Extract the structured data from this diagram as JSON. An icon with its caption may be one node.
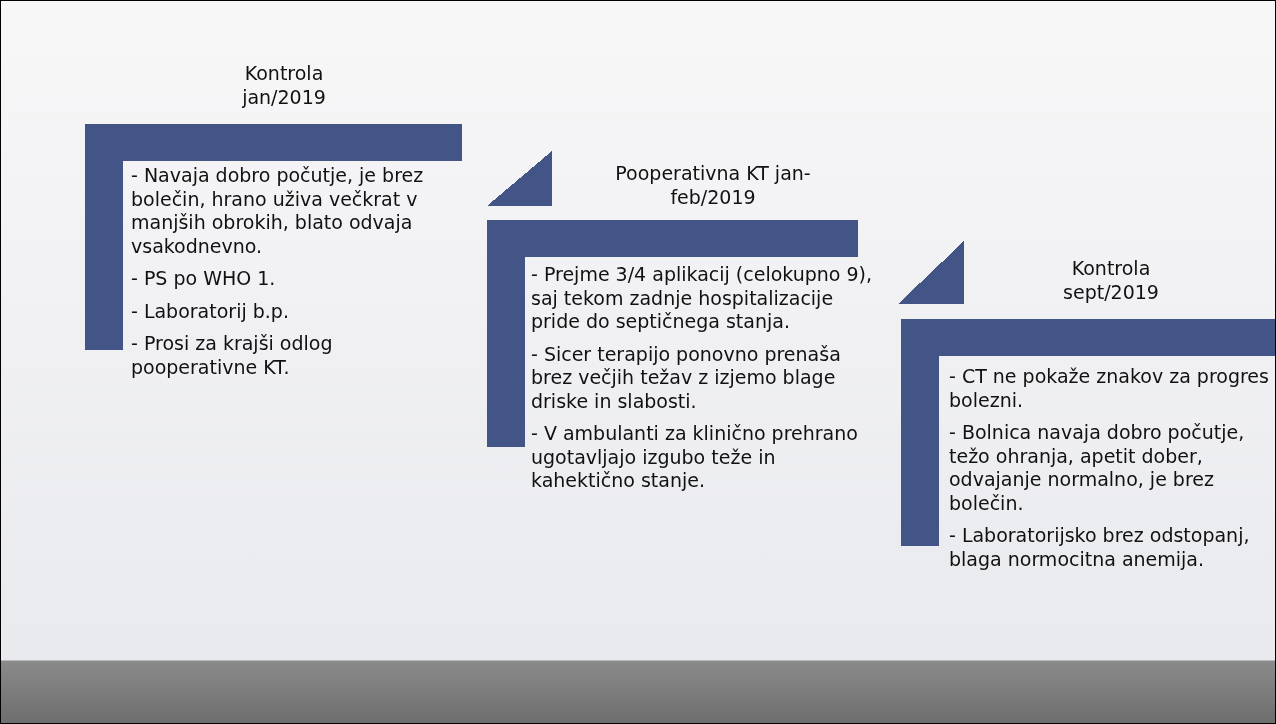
{
  "diagram": {
    "nodes": [
      {
        "text": [
          "Kontrola jan/2019",
          "- Navaja dobro počutje, je brez bolečin, hrano uživa večkrat v manjših obrokih, blato odvaja vsakodnevno.",
          "- PS po WHO 1.",
          "- Laboratorij b.p.",
          "- Prosi za krajši odlog pooperativne KT."
        ]
      },
      {
        "text": [
          "Pooperativna KT jan-feb/2019",
          "- Prejme 3/4 aplikacij (celokupno 9),  saj tekom zadnje hospitalizacije pride do septičnega stanja.",
          "- Sicer terapijo ponovno prenaša brez  večjih težav z izjemo blage driske in slabosti.",
          "- V ambulanti za klinično prehrano ugotavljajo izgubo teže in kahektično stanje."
        ]
      },
      {
        "text": [
          "Kontrola sept/2019",
          "- CT ne pokaže znakov za progres bolezni.",
          "- Bolnica navaja dobro počutje, težo ohranja, apetit dober, odvajanje normalno, je brez bolečin.",
          "- Laboratorijsko brez odstopanj, blaga normocitna anemija."
        ]
      }
    ]
  }
}
